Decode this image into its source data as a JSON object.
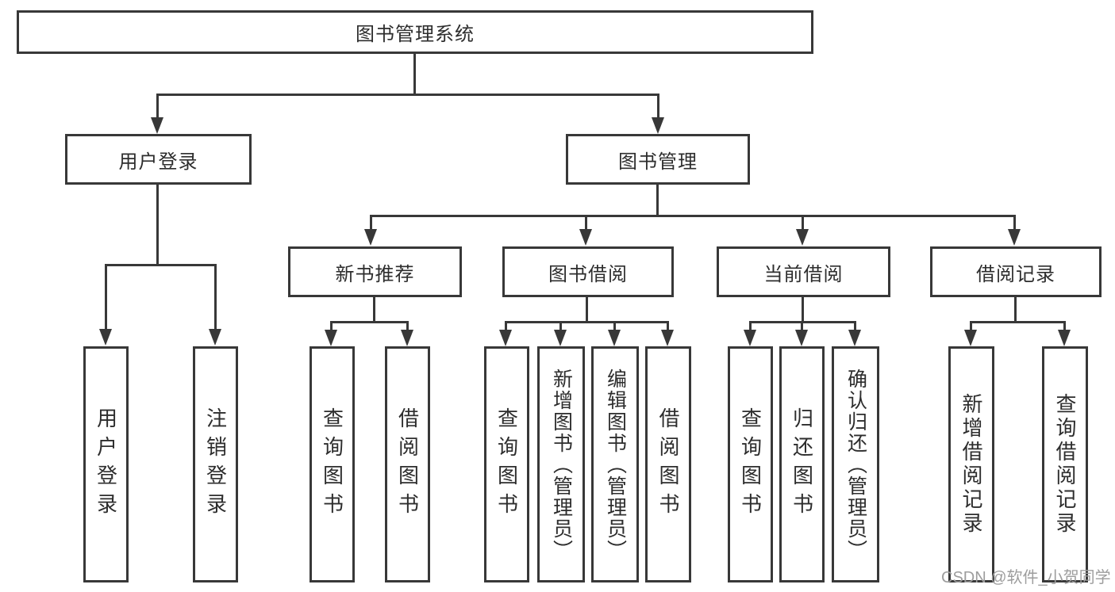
{
  "diagram": {
    "root": {
      "label": "图书管理系统"
    },
    "branches": [
      {
        "label": "用户登录",
        "children": [
          {
            "label": "用户登录"
          },
          {
            "label": "注销登录"
          }
        ]
      },
      {
        "label": "图书管理",
        "children": [
          {
            "label": "新书推荐",
            "children": [
              {
                "label": "查询图书"
              },
              {
                "label": "借阅图书"
              }
            ]
          },
          {
            "label": "图书借阅",
            "children": [
              {
                "label": "查询图书"
              },
              {
                "label": "新增图书（管理员）"
              },
              {
                "label": "编辑图书（管理员）"
              },
              {
                "label": "借阅图书"
              }
            ]
          },
          {
            "label": "当前借阅",
            "children": [
              {
                "label": "查询图书"
              },
              {
                "label": "归还图书"
              },
              {
                "label": "确认归还（管理员）"
              }
            ]
          },
          {
            "label": "借阅记录",
            "children": [
              {
                "label": "新增借阅记录"
              },
              {
                "label": "查询借阅记录"
              }
            ]
          }
        ]
      }
    ],
    "watermark": "CSDN @软件_小贺同学",
    "colors": {
      "line": "#383838",
      "text": "#2d2d2d",
      "watermark": "#9d9d9d",
      "background": "#ffffff"
    }
  }
}
